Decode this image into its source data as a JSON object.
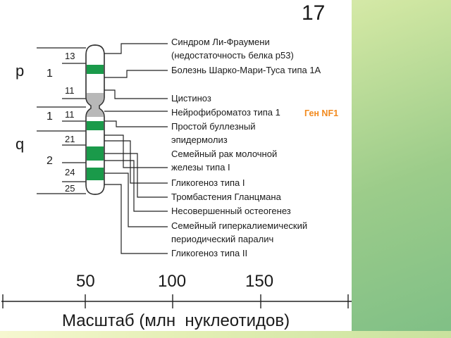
{
  "chromosome": {
    "number": "17",
    "arm_p": "p",
    "arm_q": "q",
    "region_p1": "1",
    "region_q1": "1",
    "region_q2": "2",
    "bands": [
      "13",
      "11",
      "11",
      "21",
      "24",
      "25"
    ]
  },
  "diseases": [
    "Синдром Ли-Фраумени",
    "(недостаточность белка p53)",
    "Болезнь Шарко-Мари-Туса типа 1А",
    "Цистиноз",
    "Нейрофиброматоз типа 1",
    "Простой буллезный",
    "эпидермолиз",
    "Семейный рак молочной",
    "железы типа I",
    "Гликогеноз типа I",
    "Тромбастения Гланцмана",
    "Несовершенный остеогенез",
    "Семейный гиперкалиемический",
    "периодический паралич",
    "Гликогеноз типа II"
  ],
  "gene_label": "Ген NF1",
  "scale": {
    "ticks": [
      "50",
      "100",
      "150"
    ],
    "title": "Масштаб (млн  нуклеотидов)"
  },
  "colors": {
    "band_green": "#1a9a4a",
    "centromere": "#b8b8b8",
    "gene_label": "#f28a1e"
  }
}
